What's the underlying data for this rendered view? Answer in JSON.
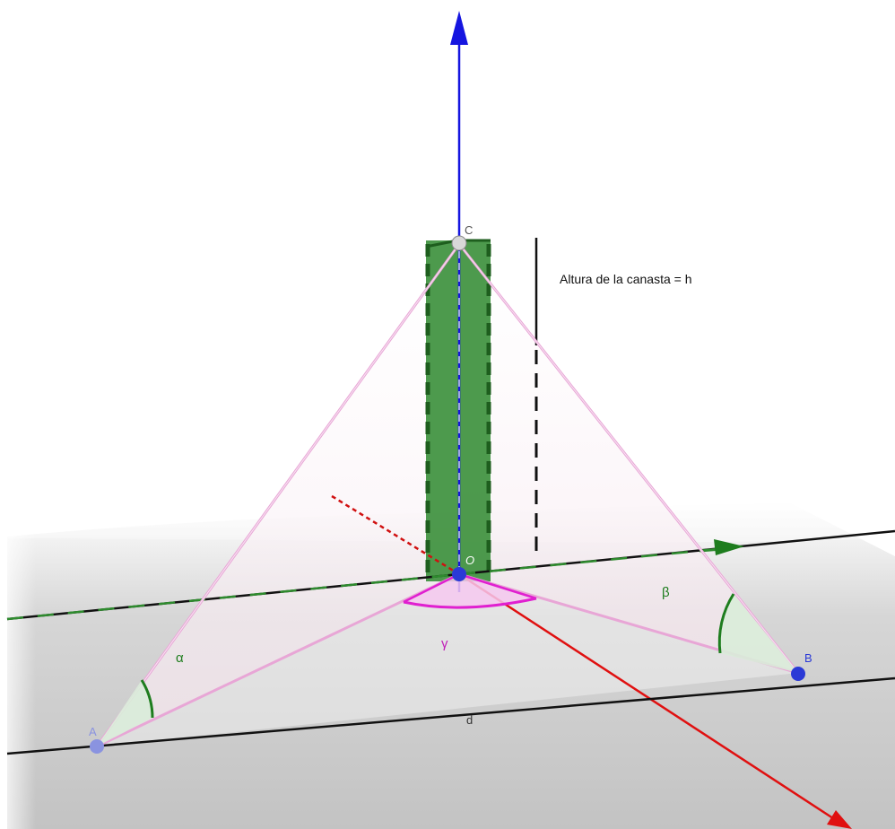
{
  "points": {
    "A": "A",
    "B": "B",
    "C": "C",
    "O": "O"
  },
  "angles": {
    "alpha": "α",
    "beta": "β",
    "gamma": "γ"
  },
  "segment_label": "d",
  "height_note": "Altura de la canasta = h",
  "colors": {
    "z_axis": "#1515e0",
    "x_axis": "#e01010",
    "y_axis": "#1e7d1e",
    "edges": "#e8a6d6",
    "gamma_arc": "#e020d0",
    "post": "#2e8b2e",
    "ground": "#c8c8c8",
    "points": "#2b3ad6"
  },
  "icons": {
    "axis_arrows": "arrow-head-icon"
  }
}
